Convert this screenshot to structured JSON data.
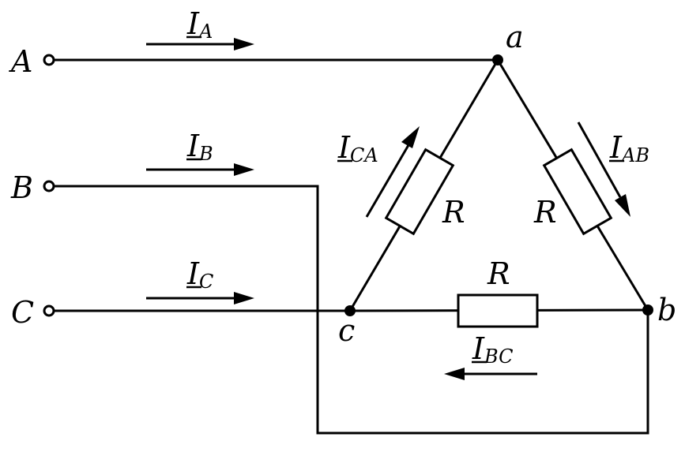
{
  "terminals": {
    "A": "A",
    "B": "B",
    "C": "C"
  },
  "nodes": {
    "a": "a",
    "b": "b",
    "c": "c"
  },
  "resistors": {
    "ca": "R",
    "ab": "R",
    "bc": "R"
  },
  "currents": {
    "IA": {
      "main": "I",
      "sub": "A"
    },
    "IB": {
      "main": "I",
      "sub": "B"
    },
    "IC": {
      "main": "I",
      "sub": "C"
    },
    "ICA": {
      "main": "I",
      "sub": "CA"
    },
    "IAB": {
      "main": "I",
      "sub": "AB"
    },
    "IBC": {
      "main": "I",
      "sub": "BC"
    }
  }
}
